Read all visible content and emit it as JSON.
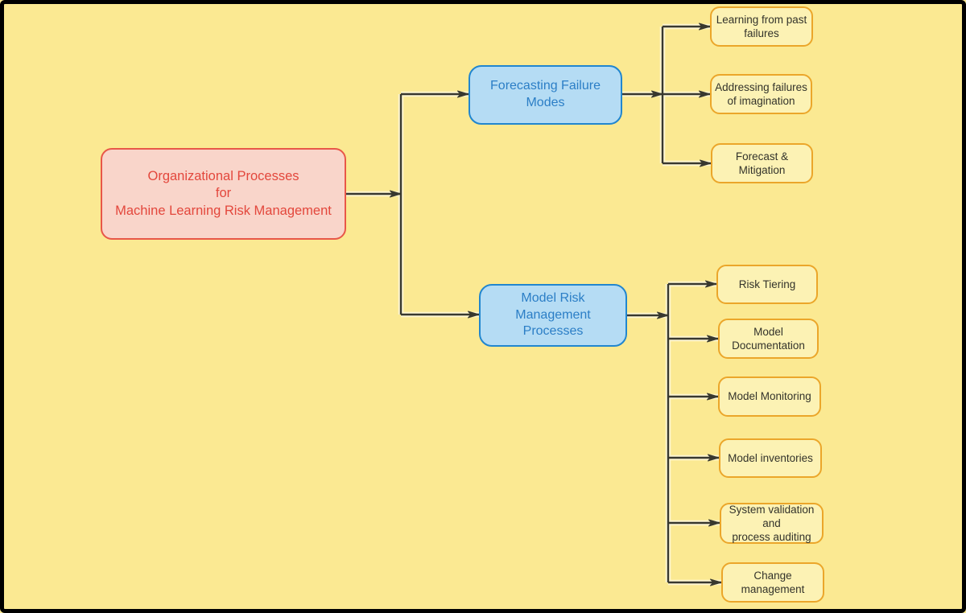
{
  "diagram": {
    "root": {
      "label": "Organizational Processes\nfor\nMachine Learning Risk Management"
    },
    "branches": [
      {
        "label": "Forecasting Failure\nModes",
        "children": [
          {
            "label": "Learning from past\nfailures"
          },
          {
            "label": "Addressing failures\nof imagination"
          },
          {
            "label": "Forecast &\nMitigation"
          }
        ]
      },
      {
        "label": "Model Risk\nManagement\nProcesses",
        "children": [
          {
            "label": "Risk Tiering"
          },
          {
            "label": "Model\nDocumentation"
          },
          {
            "label": "Model Monitoring"
          },
          {
            "label": "Model inventories"
          },
          {
            "label": "System validation\nand\nprocess auditing"
          },
          {
            "label": "Change\nmanagement"
          }
        ]
      }
    ],
    "colors": {
      "background": "#FBE992",
      "frame": "#000000",
      "root_fill": "#F9D5CA",
      "root_stroke": "#E85748",
      "root_text": "#E3473C",
      "branch_fill": "#B5DCF4",
      "branch_stroke": "#2186CF",
      "branch_text": "#2B7EC6",
      "leaf_fill": "#FCF2B4",
      "leaf_stroke": "#EBA62A",
      "leaf_text": "#33332B",
      "connector": "#38382F"
    }
  }
}
